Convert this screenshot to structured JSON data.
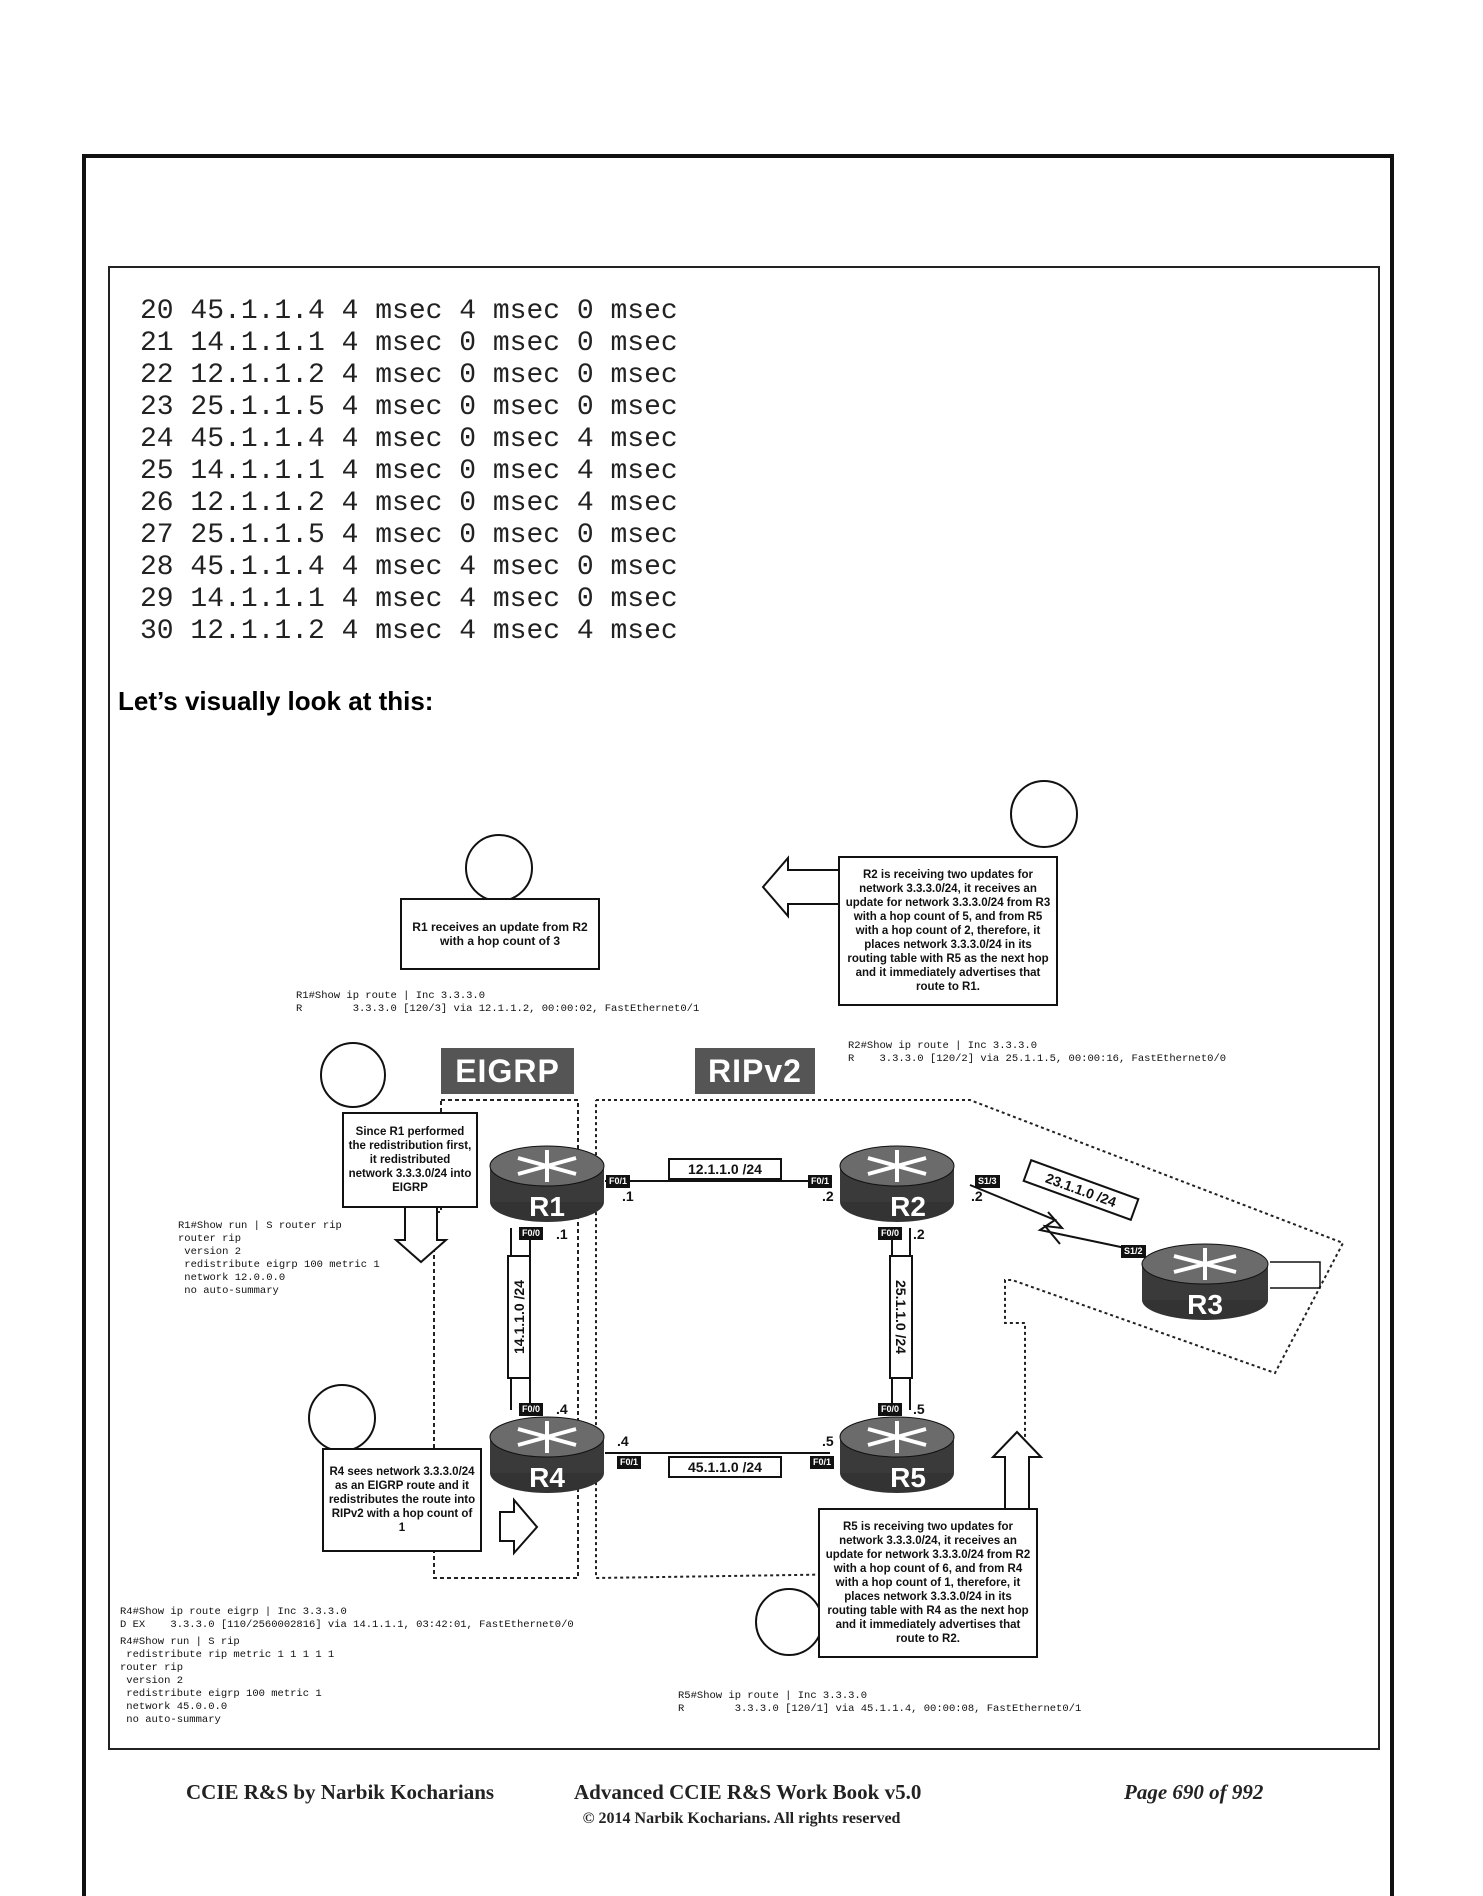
{
  "trace_lines": [
    "20 45.1.1.4 4 msec 4 msec 0 msec",
    "21 14.1.1.1 4 msec 0 msec 0 msec",
    "22 12.1.1.2 4 msec 0 msec 0 msec",
    "23 25.1.1.5 4 msec 0 msec 0 msec",
    "24 45.1.1.4 4 msec 0 msec 4 msec",
    "25 14.1.1.1 4 msec 0 msec 4 msec",
    "26 12.1.1.2 4 msec 0 msec 4 msec",
    "27 25.1.1.5 4 msec 0 msec 0 msec",
    "28 45.1.1.4 4 msec 4 msec 0 msec",
    "29 14.1.1.1 4 msec 4 msec 0 msec",
    "30 12.1.1.2 4 msec 4 msec 4 msec"
  ],
  "heading": "Let’s visually look at this:",
  "diagram": {
    "domains": {
      "eigrp": "EIGRP",
      "rip": "RIPv2"
    },
    "routers": {
      "r1": "R1",
      "r2": "R2",
      "r3": "R3",
      "r4": "R4",
      "r5": "R5"
    },
    "links": {
      "r1_r2": "12.1.1.0 /24",
      "r2_r3": "23.1.1.0 /24",
      "r1_r4": "14.1.1.0 /24",
      "r2_r5": "25.1.1.0 /24",
      "r4_r5": "45.1.1.0 /24"
    },
    "ports": {
      "r1_f01": "F0/1",
      "r1_f00": "F0/0",
      "r2_f01": "F0/1",
      "r2_f00": "F0/0",
      "r2_s13": "S1/3",
      "r3_s12": "S1/2",
      "r4_f00": "F0/0",
      "r4_f01": "F0/1",
      "r5_f00": "F0/0",
      "r5_f01": "F0/1"
    },
    "addrs": {
      "r1_right": ".1",
      "r1_down": ".1",
      "r2_left": ".2",
      "r2_right": ".2",
      "r2_down": ".2",
      "r4_up": ".4",
      "r4_right": ".4",
      "r5_up": ".5",
      "r5_left": ".5"
    },
    "notes": {
      "r1": "R1 receives an update from R2 with a hop count of 3",
      "r2": "R2 is receiving two updates for network 3.3.3.0/24, it receives an update for network 3.3.3.0/24 from R3 with a hop count of 5, and from R5 with a hop count of 2, therefore, it places network 3.3.3.0/24 in its routing table with R5 as the next hop and it immediately advertises that route to R1.",
      "r1_redist": "Since R1 performed the redistribution first, it redistributed network 3.3.3.0/24 into EIGRP",
      "r4": "R4 sees network 3.3.3.0/24 as an EIGRP route and it redistributes the route into RIPv2 with a hop count of 1",
      "r5": "R5 is receiving two updates for network 3.3.3.0/24, it receives an update for network 3.3.3.0/24 from R2 with a hop count of 6, and from R4 with a hop count of 1, therefore, it places network 3.3.3.0/24 in its routing table with R4 as the next hop and it immediately advertises that route to R2."
    },
    "cli": {
      "r1_route": "R1#Show ip route | Inc 3.3.3.0\nR        3.3.3.0 [120/3] via 12.1.1.2, 00:00:02, FastEthernet0/1",
      "r2_route": "R2#Show ip route | Inc 3.3.3.0\nR    3.3.3.0 [120/2] via 25.1.1.5, 00:00:16, FastEthernet0/0",
      "r1_run": "R1#Show run | S router rip\nrouter rip\n version 2\n redistribute eigrp 100 metric 1\n network 12.0.0.0\n no auto-summary",
      "r4_route": "R4#Show ip route eigrp | Inc 3.3.3.0\nD EX    3.3.3.0 [110/2560002816] via 14.1.1.1, 03:42:01, FastEthernet0/0",
      "r4_run": "R4#Show run | S rip\n redistribute rip metric 1 1 1 1 1\nrouter rip\n version 2\n redistribute eigrp 100 metric 1\n network 45.0.0.0\n no auto-summary",
      "r5_route": "R5#Show ip route | Inc 3.3.3.0\nR        3.3.3.0 [120/1] via 45.1.1.4, 00:00:08, FastEthernet0/1"
    }
  },
  "footer": {
    "left": "CCIE R&S by Narbik Kocharians",
    "center": "Advanced CCIE R&S Work Book v5.0",
    "right": "Page 690 of 992",
    "copyright": "© 2014 Narbik Kocharians. All rights reserved"
  }
}
